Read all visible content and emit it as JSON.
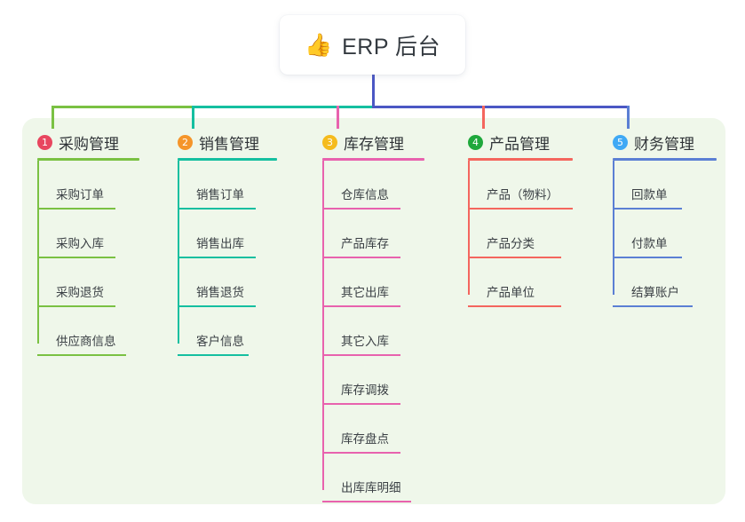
{
  "root": {
    "emoji": "👍",
    "emoji_name": "thumbs-up-icon",
    "title": "ERP 后台"
  },
  "theme": {
    "panel_background": "#eff7ea",
    "card_background": "#ffffff",
    "text": "#3b4045",
    "title_text": "#343a40"
  },
  "connector": {
    "segments": [
      {
        "name": "green-segment",
        "color": "#7ac143"
      },
      {
        "name": "teal-segment",
        "color": "#15bfa0"
      },
      {
        "name": "blue-segment",
        "color": "#4b57c4"
      }
    ],
    "stem_color": "#4b57c4"
  },
  "branches": [
    {
      "index": "1",
      "title": "采购管理",
      "badge_color": "#e8465f",
      "line_color": "#7ac143",
      "items": [
        "采购订单",
        "采购入库",
        "采购退货",
        "供应商信息"
      ]
    },
    {
      "index": "2",
      "title": "销售管理",
      "badge_color": "#f5952a",
      "line_color": "#15bfa0",
      "items": [
        "销售订单",
        "销售出库",
        "销售退货",
        "客户信息"
      ]
    },
    {
      "index": "3",
      "title": "库存管理",
      "badge_color": "#f5bb1d",
      "line_color": "#e862ae",
      "items": [
        "仓库信息",
        "产品库存",
        "其它出库",
        "其它入库",
        "库存调拨",
        "库存盘点",
        "出库库明细"
      ]
    },
    {
      "index": "4",
      "title": "产品管理",
      "badge_color": "#1fa83c",
      "line_color": "#f4665e",
      "items": [
        "产品（物料）",
        "产品分类",
        "产品单位"
      ]
    },
    {
      "index": "5",
      "title": "财务管理",
      "badge_color": "#3fa9f5",
      "line_color": "#5b7fd4",
      "items": [
        "回款单",
        "付款单",
        "结算账户"
      ]
    }
  ]
}
